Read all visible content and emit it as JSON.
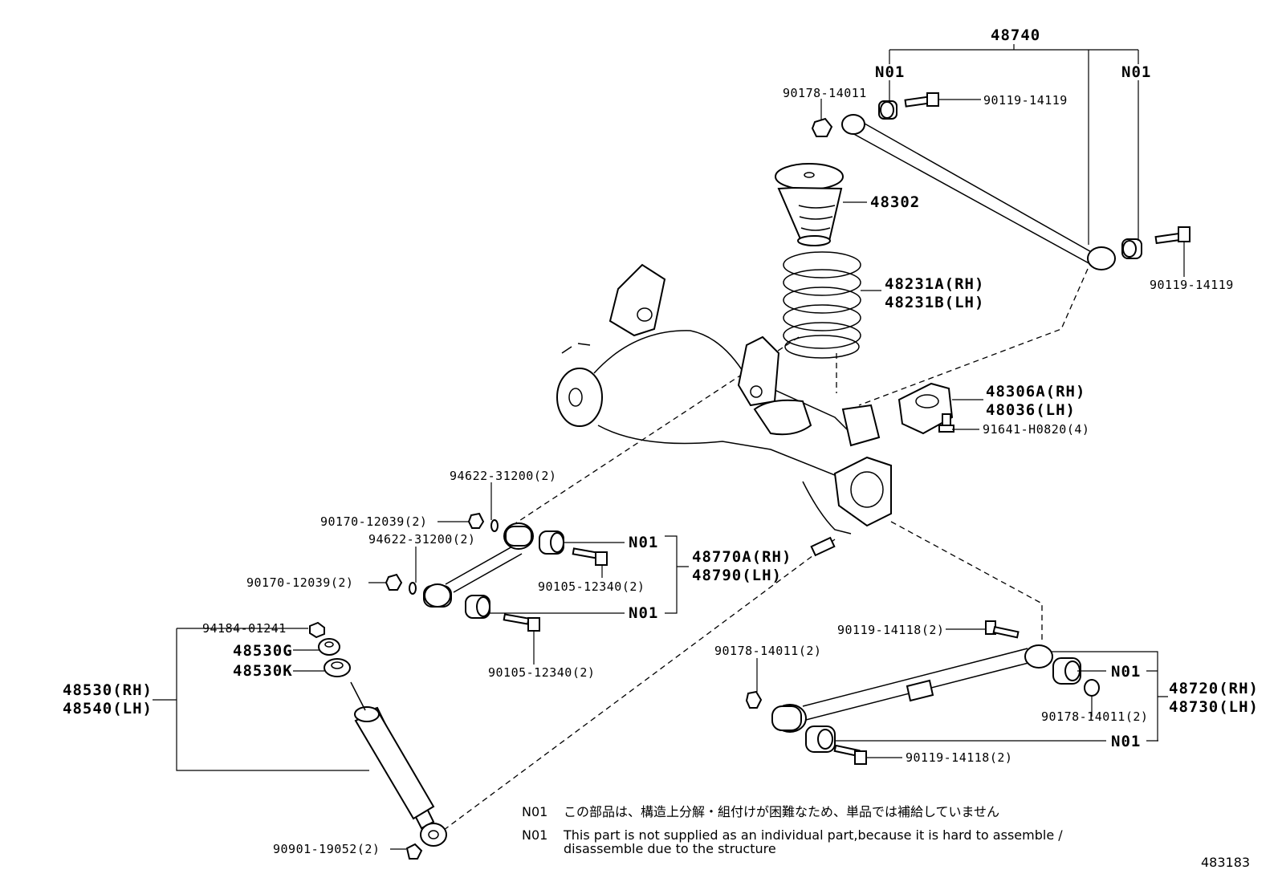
{
  "diagram_id": "483183",
  "callouts": {
    "c48740": "48740",
    "n01_tl": "N01",
    "n01_tr": "N01",
    "c90178_top": "90178-14011",
    "c90119_top": "90119-14119",
    "c90119_right": "90119-14119",
    "c48302": "48302",
    "c48231a": "48231A(RH)",
    "c48231b": "48231B(LH)",
    "c48306a": "48306A(RH)",
    "c48036": "48036(LH)",
    "c91641": "91641-H0820(4)",
    "c94622_a": "94622-31200(2)",
    "c90170_a": "90170-12039(2)",
    "c94622_b": "94622-31200(2)",
    "c90170_b": "90170-12039(2)",
    "n01_mid1": "N01",
    "n01_mid2": "N01",
    "c48770a": "48770A(RH)",
    "c48790": "48790(LH)",
    "c90105_a": "90105-12340(2)",
    "c90105_b": "90105-12340(2)",
    "c94184": "94184-01241",
    "c48530g": "48530G",
    "c48530k": "48530K",
    "c48530": "48530(RH)",
    "c48540": "48540(LH)",
    "c90901": "90901-19052(2)",
    "c90119_14118_a": "90119-14118(2)",
    "c90178_14011_a": "90178-14011(2)",
    "n01_br1": "N01",
    "c90178_14011_b": "90178-14011(2)",
    "n01_br2": "N01",
    "c90119_14118_b": "90119-14118(2)",
    "c48720": "48720(RH)",
    "c48730": "48730(LH)"
  },
  "notes": {
    "code1": "N01",
    "text_jp": "この部品は、構造上分解・組付けが困難なため、単品では補給していません",
    "code2": "N01",
    "text_en_1": "This part is not supplied as an individual part,because it is hard to assemble /",
    "text_en_2": "disassemble due to the structure"
  }
}
